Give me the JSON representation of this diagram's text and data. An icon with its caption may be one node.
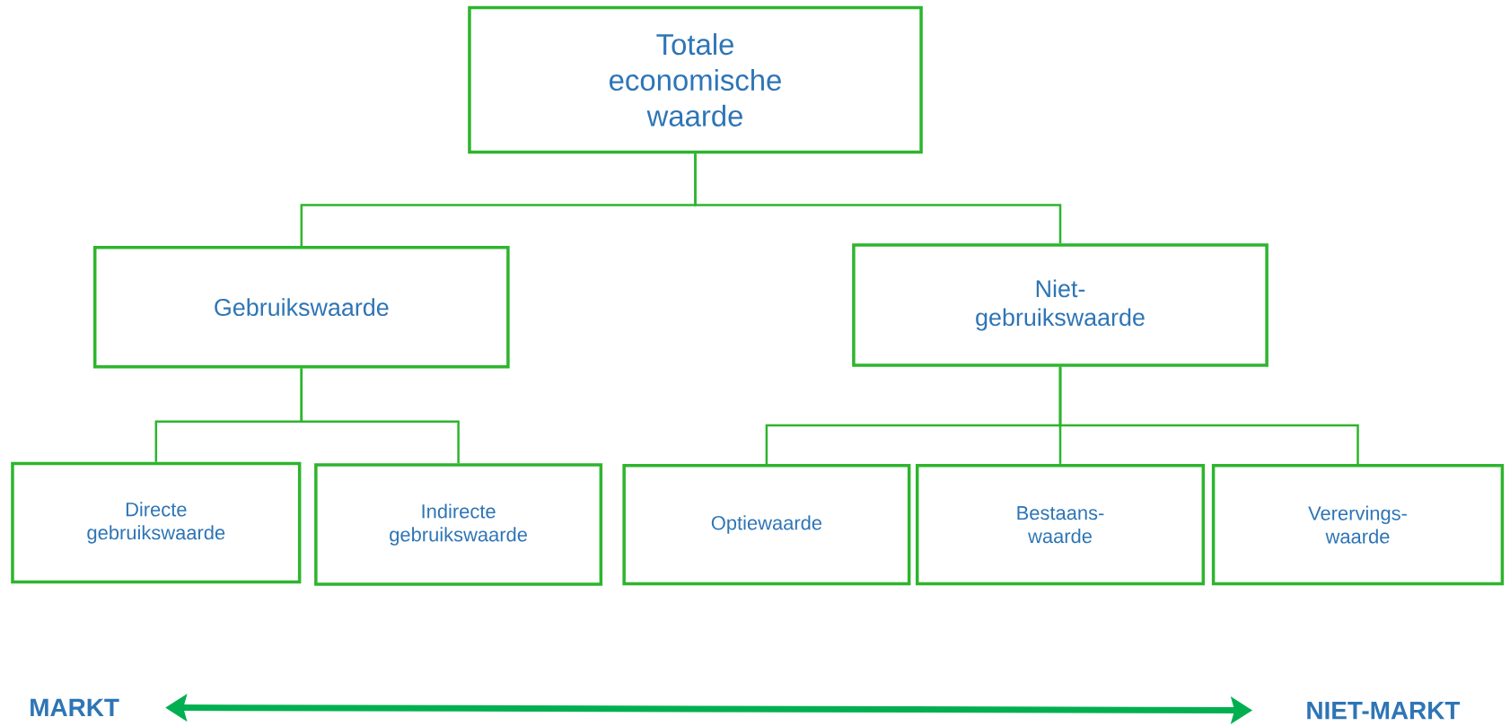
{
  "diagram": {
    "nodes": [
      {
        "text": [
          "Totale economische waarde"
        ]
      },
      {
        "text": [
          "Gebruikswaarde"
        ]
      },
      {
        "text": [
          "Niet-gebruikswaarde"
        ]
      },
      {
        "text": [
          "Directe gebruikswaarde"
        ]
      },
      {
        "text": [
          "Indirecte gebruikswaarde"
        ]
      },
      {
        "text": [
          "Optiewaarde"
        ]
      },
      {
        "text": [
          "Bestaans-waarde"
        ]
      },
      {
        "text": [
          "Verervings-waarde"
        ]
      },
      {
        "text": [
          "MARKT"
        ]
      },
      {
        "text": [
          "NIET-MARKT"
        ]
      }
    ],
    "edges": [
      {
        "from": 0,
        "to": 1,
        "arrow": "none"
      },
      {
        "from": 0,
        "to": 2,
        "arrow": "none"
      },
      {
        "from": 1,
        "to": 3,
        "arrow": "none"
      },
      {
        "from": 1,
        "to": 4,
        "arrow": "none"
      },
      {
        "from": 2,
        "to": 5,
        "arrow": "none"
      },
      {
        "from": 2,
        "to": 6,
        "arrow": "none"
      },
      {
        "from": 2,
        "to": 7,
        "arrow": "none"
      },
      {
        "from": 8,
        "to": 9,
        "arrow": "both",
        "style": "thick",
        "color": "#00b050"
      }
    ]
  }
}
